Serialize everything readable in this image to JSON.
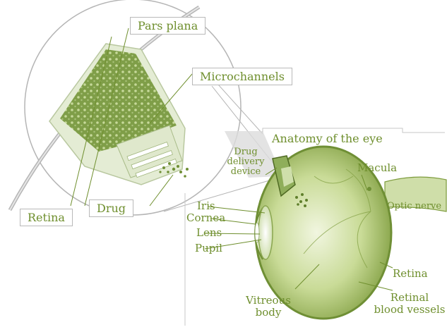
{
  "labels": {
    "pars_plana": "Pars plana",
    "microchannels": "Microchannels",
    "retina_inset": "Retina",
    "drug": "Drug",
    "anatomy_title": "Anatomy of the eye",
    "drug_delivery_1": "Drug",
    "drug_delivery_2": "delivery",
    "drug_delivery_3": "device",
    "macula": "Macula",
    "optic_nerve": "Optic nerve",
    "iris": "Iris",
    "cornea": "Cornea",
    "lens": "Lens",
    "pupil": "Pupil",
    "retina_eye": "Retina",
    "retinal_vessels_1": "Retinal",
    "retinal_vessels_2": "blood vessels",
    "vitreous_1": "Vitreous",
    "vitreous_2": "body"
  },
  "colors": {
    "label_text": "#6f8f2e",
    "eye_green": "#a9c36f",
    "eye_dark": "#6f8f35",
    "device_green": "#8fae5a"
  }
}
